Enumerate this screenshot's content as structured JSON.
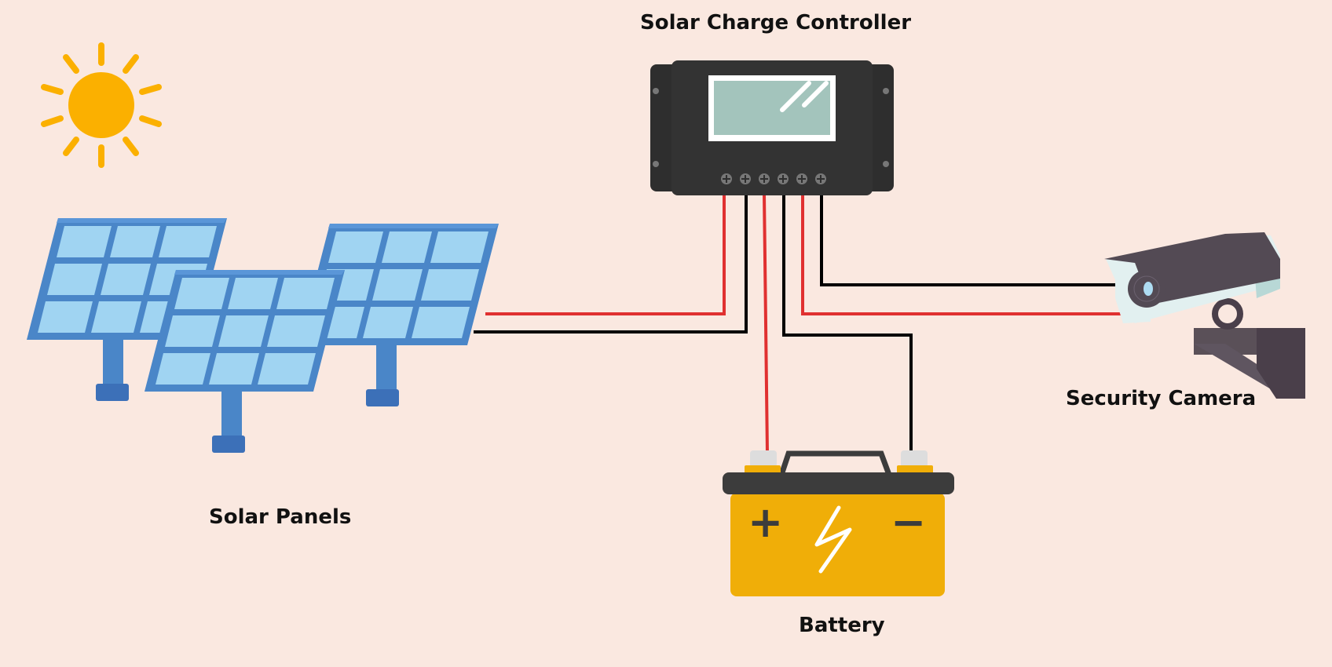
{
  "labels": {
    "controller": "Solar Charge Controller",
    "panels": "Solar Panels",
    "camera": "Security Camera",
    "battery": "Battery"
  },
  "battery_symbols": {
    "positive": "+",
    "negative": "−"
  },
  "colors": {
    "background": "#fae8e0",
    "sun": "#fbb000",
    "panel_frame": "#4a86c8",
    "panel_cell": "#a0d4f2",
    "controller_body": "#2e2e2e",
    "controller_screen": "#a3c4bc",
    "wire_positive": "#e03030",
    "wire_negative": "#000000",
    "battery_body": "#f0ae08",
    "battery_top": "#3c3c3c",
    "camera_dark": "#4f4650",
    "camera_light": "#e2f0f0"
  },
  "connections": [
    {
      "from": "solar-panels",
      "to": "charge-controller",
      "polarity": "positive"
    },
    {
      "from": "solar-panels",
      "to": "charge-controller",
      "polarity": "negative"
    },
    {
      "from": "charge-controller",
      "to": "battery",
      "polarity": "positive"
    },
    {
      "from": "charge-controller",
      "to": "battery",
      "polarity": "negative"
    },
    {
      "from": "charge-controller",
      "to": "security-camera",
      "polarity": "positive"
    },
    {
      "from": "charge-controller",
      "to": "security-camera",
      "polarity": "negative"
    }
  ],
  "controller_terminals": 6
}
